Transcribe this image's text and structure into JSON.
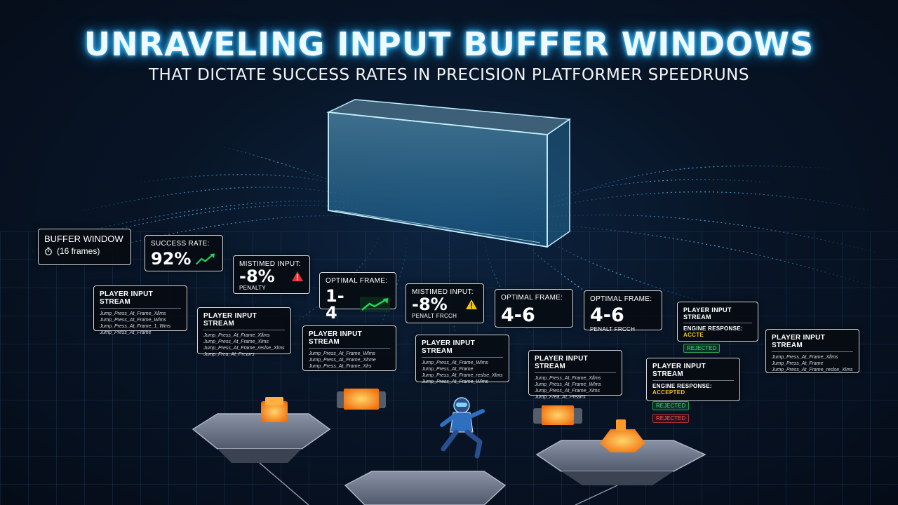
{
  "header": {
    "title": "UNRAVELING INPUT BUFFER WINDOWS",
    "subtitle": "THAT DICTATE SUCCESS RATES IN PRECISION PLATFORMER SPEEDRUNS"
  },
  "panels": {
    "buffer_window": {
      "label": "BUFFER WINDOW",
      "value": "(16 frames)"
    },
    "success_rate": {
      "label": "SUCCESS RATE:",
      "value": "92%"
    },
    "mistimed_1": {
      "label": "MISTIMED INPUT:",
      "value": "-8%",
      "note": "PENALTY"
    },
    "optimal_1": {
      "label": "OPTIMAL FRAME:",
      "value": "1-4"
    },
    "mistimed_2": {
      "label": "MISTIMED INPUT:",
      "value": "-8%",
      "note": "PENALT FRCCH"
    },
    "optimal_2": {
      "label": "OPTIMAL FRAME:",
      "value": "4-6"
    },
    "optimal_3": {
      "label": "OPTIMAL FRAME:",
      "value": "4-6",
      "note": "PENALT FRCCH"
    }
  },
  "streams": [
    {
      "title": "PLAYER INPUT STREAM",
      "lines": [
        "Jump_Press_At_Frame_Xllms",
        "Jump_Press_At_Frame_Wlms",
        "Jump_Press_At_Frame_1_Wms",
        "Jump_Press_At_Frame"
      ]
    },
    {
      "title": "PLAYER INPUT STREAM",
      "lines": [
        "Jump_Press_At_Frame_Xllms",
        "Jump_Press_At_Frame_Xlms",
        "Jump_Press_At_Frame_reslse_Xlms",
        "Jump_Frea_At_Prearrs"
      ]
    },
    {
      "title": "PLAYER INPUT STREAM",
      "lines": [
        "Jump_Press_At_Frame_Wlms",
        "Jump_Press_At_Frame_Xlrme",
        "Jump_Press_At_Frame_Xlrs"
      ]
    },
    {
      "title": "PLAYER INPUT STREAM",
      "lines": [
        "Jump_Press_At_Frame_Wlms",
        "Jump_Press_At_Frame",
        "Jump_Press_At_Frame_reslse_Xlms",
        "Jump_Press_At_Frame_Wlms"
      ]
    },
    {
      "title": "PLAYER INPUT STREAM",
      "lines": [
        "Jump_Press_At_Frame_Xllms",
        "Jump_Press_At_Frame_Wlms",
        "Jump_Press_At_Frame_Xlms",
        "Jump_Frea_At_Prearrs"
      ]
    },
    {
      "title": "PLAYER INPUT STREAM",
      "lines": [
        "Jump_Press_At_Frame_Xllms",
        "Jump_Press_At_Frame",
        "Jump_Press_At_Frame_reslse_Xlms"
      ]
    }
  ],
  "engine_panels": [
    {
      "title": "PLAYER INPUT STREAM",
      "engine_label": "ENGINE RESPONSE:",
      "engine_value": "ACCTE",
      "badges": [
        "REJECTED"
      ]
    },
    {
      "title": "PLAYER INPUT STREAM",
      "engine_label": "ENGINE RESPONSE:",
      "engine_value": "ACCEPTED",
      "badges": [
        "REJECTED",
        "REJECTED"
      ]
    }
  ],
  "icons": {
    "timer": "stopwatch-icon",
    "trend": "trend-up-icon",
    "warning_red": "warning-red-icon",
    "warning_yellow": "warning-yellow-icon"
  },
  "colors": {
    "glow": "#27b6ff",
    "trend_green": "#22d45e",
    "warning_red": "#e8333a",
    "warning_yellow": "#f2c318",
    "platform_orange": "#ff8a1f"
  }
}
